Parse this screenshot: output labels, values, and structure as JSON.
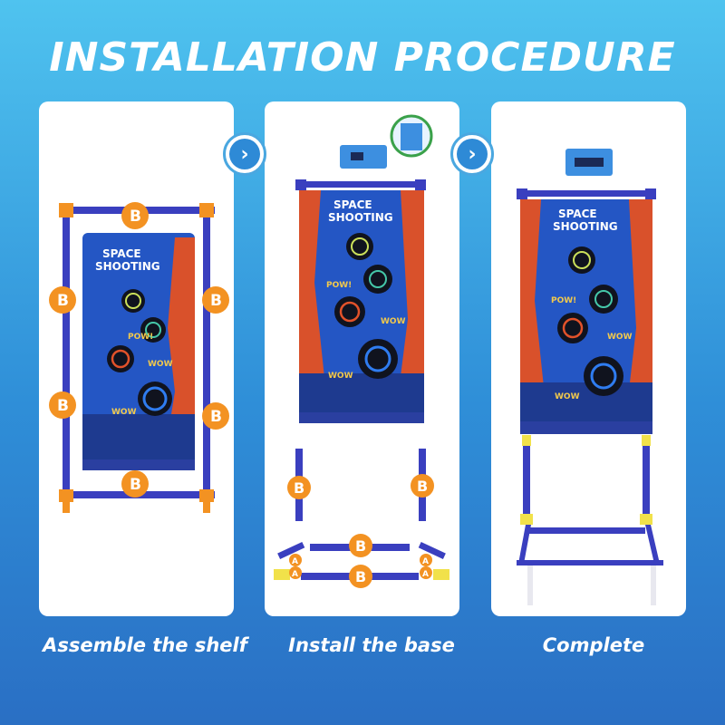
{
  "title": "INSTALLATION PROCEDURE",
  "steps": [
    {
      "caption": "Assemble the shelf"
    },
    {
      "caption": "Install the base"
    },
    {
      "caption": "Complete"
    }
  ],
  "part_labels": {
    "b": "B",
    "a": "A"
  },
  "target_title_line1": "SPACE",
  "target_title_line2": "SHOOTING",
  "comic_words": {
    "pow": "POW!",
    "wow": "WOW"
  },
  "arrow_glyph": "›",
  "colors": {
    "background_top": "#4fc3ef",
    "background_bottom": "#2a6fc4",
    "frame_pipe": "#3a3fbf",
    "connector_orange": "#f39222",
    "connector_yellow": "#f1e14a",
    "badge_orange": "#f39222",
    "target_blue": "#1f4fbf",
    "target_red": "#e2522a"
  }
}
